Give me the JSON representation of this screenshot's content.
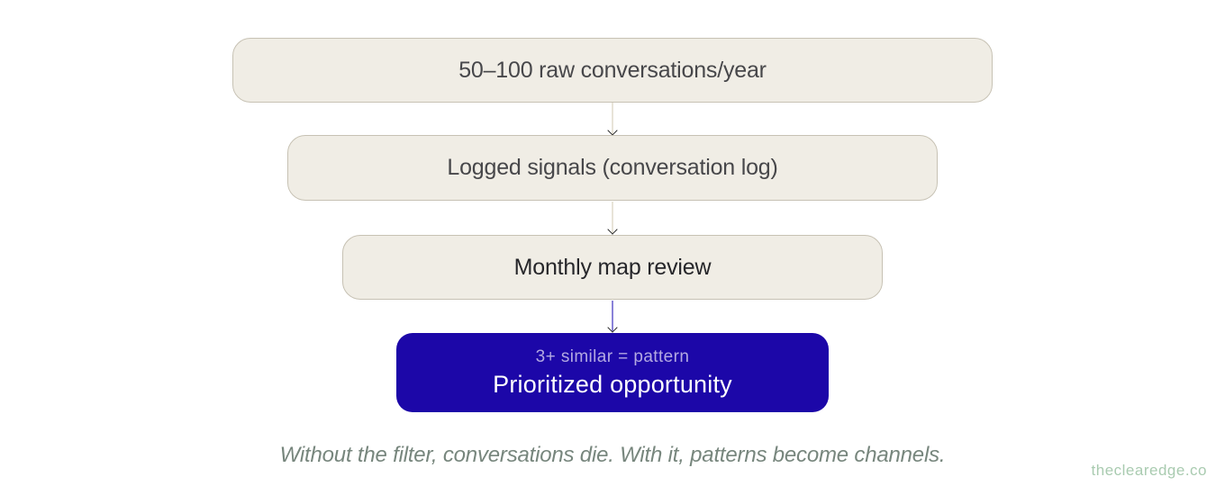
{
  "diagram": {
    "boxes": [
      {
        "label": "50–100 raw conversations/year"
      },
      {
        "label": "Logged signals (conversation log)"
      },
      {
        "label": "Monthly map review"
      }
    ],
    "result_box": {
      "subtitle": "3+ similar = pattern",
      "title": "Prioritized opportunity"
    }
  },
  "caption": "Without the filter, conversations die. With it, patterns become channels.",
  "watermark": "theclearedge.co",
  "colors": {
    "box-bg": "#f0ede5",
    "box-border": "#c7c2b4",
    "box-text": "#47474a",
    "box-text-dark": "#26262a",
    "accent-blue": "#1c07a8",
    "result-subtitle": "#b3a9e2",
    "result-title": "#ffffff",
    "arrow-light": "#e8e4d8",
    "arrow-accent": "#8a82d8",
    "arrowhead": "#2b2b2b",
    "caption": "#77867d",
    "watermark": "#a9cbb0"
  }
}
